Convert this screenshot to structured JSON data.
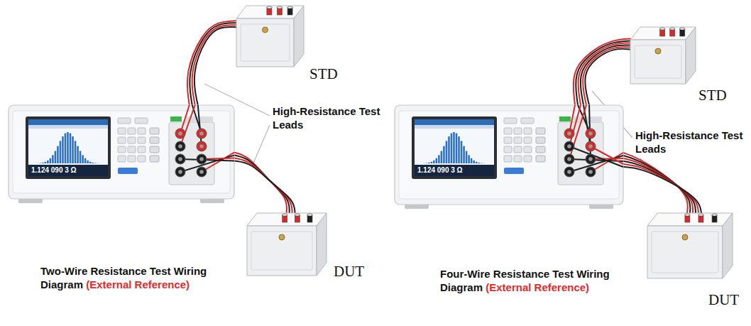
{
  "diagram": {
    "nodes": [
      {
        "text": [
          "1.124 090 3 Ω"
        ]
      },
      {
        "text": [
          "STD"
        ]
      },
      {
        "text": [
          "DUT"
        ]
      },
      {
        "text": [
          "1.124 090 3 Ω"
        ]
      },
      {
        "text": [
          "STD"
        ]
      },
      {
        "text": [
          "DUT"
        ]
      }
    ],
    "edges": [
      {
        "from": 0,
        "to": 1,
        "arrow": "none"
      },
      {
        "from": 0,
        "to": 2,
        "arrow": "none"
      },
      {
        "from": 3,
        "to": 4,
        "arrow": "none"
      },
      {
        "from": 3,
        "to": 5,
        "arrow": "none"
      }
    ],
    "labels": [
      "High-Resistance Test Leads",
      "Two-Wire Resistance Test Wiring Diagram",
      "(External Reference)",
      "High-Resistance Test Leads",
      "Four-Wire Resistance Test Wiring Diagram",
      "(External Reference)"
    ]
  }
}
